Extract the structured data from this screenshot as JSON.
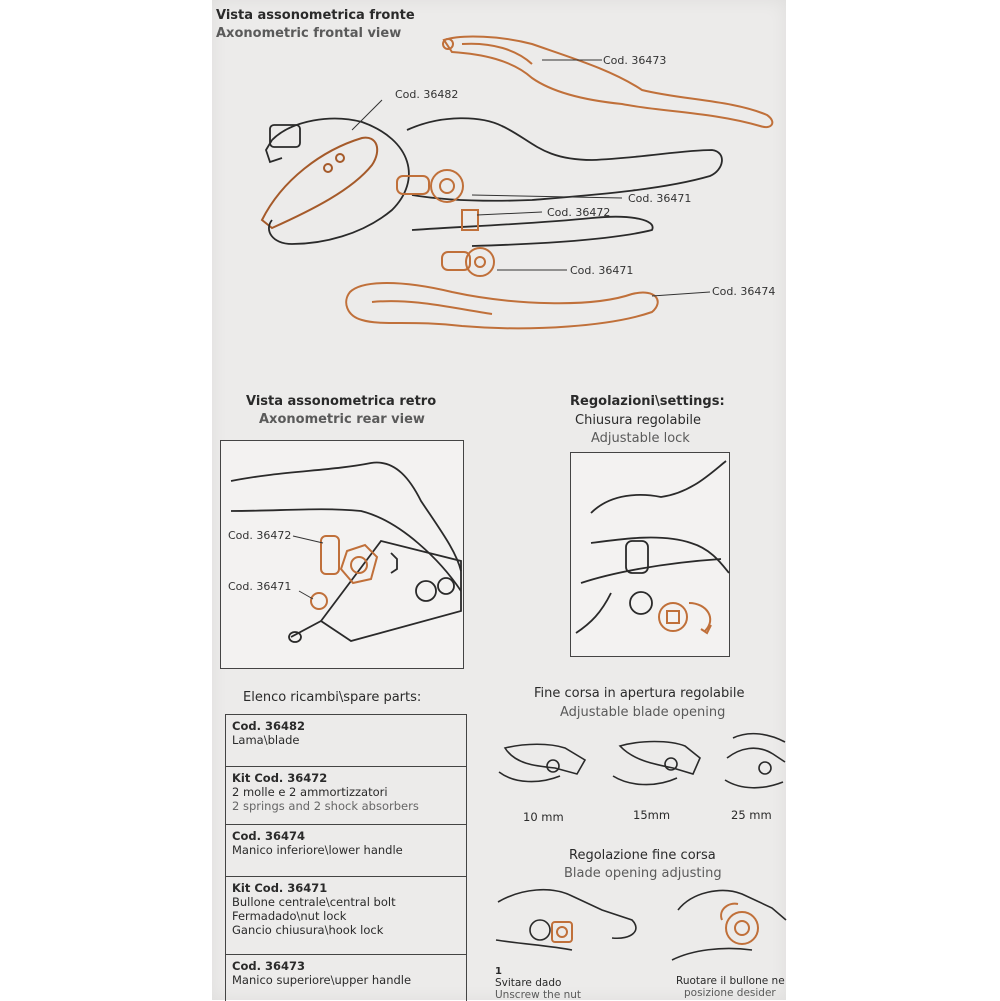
{
  "front_view": {
    "title_it": "Vista assonometrica fronte",
    "title_en": "Axonometric frontal view",
    "callouts": [
      "Cod. 36473",
      "Cod. 36482",
      "Cod. 36471",
      "Cod. 36472",
      "Cod. 36471",
      "Cod. 36474"
    ]
  },
  "rear_view": {
    "title_it": "Vista assonometrica retro",
    "title_en": "Axonometric rear view",
    "callouts": [
      "Cod. 36472",
      "Cod. 36471"
    ]
  },
  "settings": {
    "title": "Regolazioni\\settings:",
    "lock_it": "Chiusura regolabile",
    "lock_en": "Adjustable lock"
  },
  "parts": {
    "title": "Elenco ricambi\\spare parts:",
    "rows": [
      {
        "code": "Cod. 36482",
        "lines": [
          "Lama\\blade"
        ]
      },
      {
        "code": "Kit Cod. 36472",
        "lines": [
          "2 molle e 2 ammortizzatori"
        ],
        "lines_en": [
          "2 springs and 2 shock absorbers"
        ]
      },
      {
        "code": "Cod. 36474",
        "lines": [
          "Manico inferiore\\lower handle"
        ]
      },
      {
        "code": "Kit Cod. 36471",
        "lines": [
          "Bullone centrale\\central bolt",
          "Fermadado\\nut lock",
          "Gancio chiusura\\hook lock"
        ]
      },
      {
        "code": "Cod. 36473",
        "lines": [
          "Manico superiore\\upper handle"
        ]
      }
    ]
  },
  "blade_opening": {
    "title_it": "Fine corsa in apertura regolabile",
    "title_en": "Adjustable blade opening",
    "sizes": [
      "10 mm",
      "15mm",
      "25 mm"
    ]
  },
  "blade_adjust": {
    "title_it": "Regolazione fine corsa",
    "title_en": "Blade opening adjusting",
    "step1_num": "1",
    "step1_it": "Svitare dado",
    "step1_en": "Unscrew the nut",
    "step2_it": "Ruotare il bullone ne",
    "step2_it2": "posizione desider"
  },
  "colors": {
    "accent": "#c0703a",
    "ink": "#2a2a2a",
    "sheet": "#ecebea"
  }
}
